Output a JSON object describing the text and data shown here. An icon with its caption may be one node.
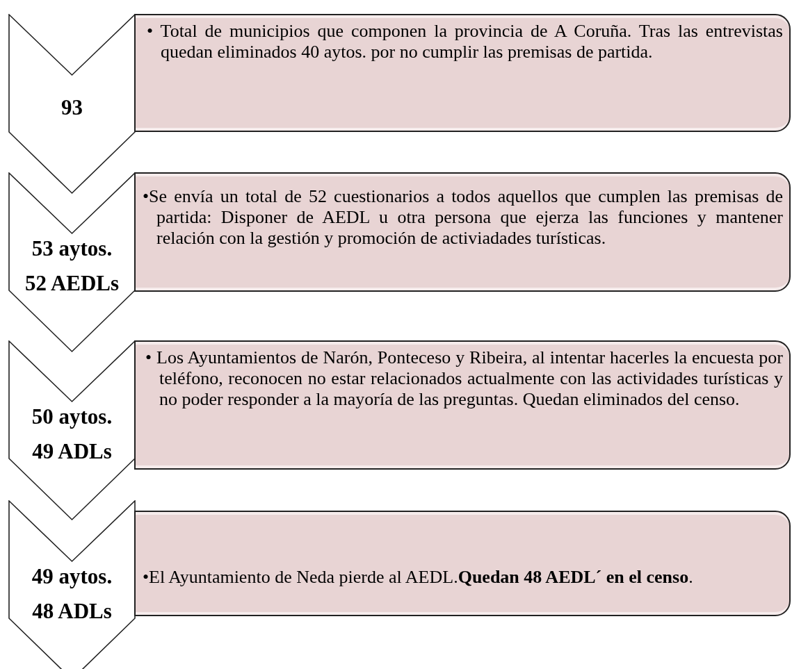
{
  "diagram": {
    "nodes": [
      {
        "text": [
          "93"
        ]
      },
      {
        "text": [
          "• Total de municipios que componen la provincia de A Coruña. Tras las entrevistas quedan eliminados 40 aytos. por no cumplir las premisas de partida."
        ]
      },
      {
        "text": [
          "53 aytos.",
          "52 AEDLs"
        ]
      },
      {
        "text": [
          "•Se envía un total de 52 cuestionarios a todos aquellos que cumplen las premisas de partida: Disponer de AEDL u otra persona que ejerza las funciones y mantener relación con la gestión y promoción de activiadades turísticas."
        ]
      },
      {
        "text": [
          "50 aytos.",
          "49 ADLs"
        ]
      },
      {
        "text": [
          "• Los Ayuntamientos de Narón, Ponteceso y Ribeira, al intentar hacerles la encuesta por teléfono, reconocen no estar relacionados actualmente con las actividades turísticas y no poder responder a la mayoría de las preguntas. Quedan eliminados del censo."
        ]
      },
      {
        "text": [
          "49 aytos.",
          "48 ADLs"
        ]
      },
      {
        "text": [
          "•El Ayuntamiento de Neda pierde al AEDL.**Quedan 48 AEDL´  en el censo**."
        ]
      }
    ]
  }
}
